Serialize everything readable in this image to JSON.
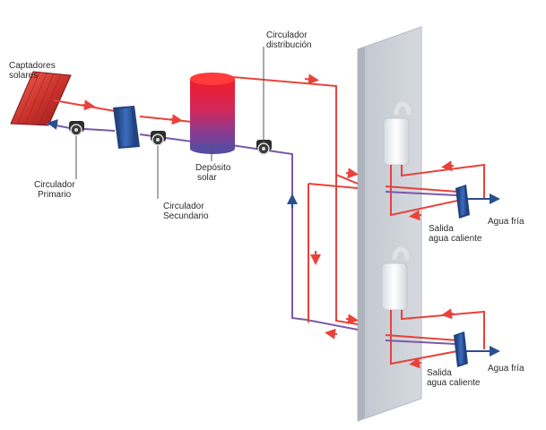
{
  "labels": {
    "captadores_line1": "Captadores",
    "captadores_line2": "solares",
    "circ_dist_line1": "Circulador",
    "circ_dist_line2": "distribución",
    "circ_prim_line1": "Circulador",
    "circ_prim_line2": "Primario",
    "circ_sec_line1": "Circulador",
    "circ_sec_line2": "Secundario",
    "deposito_line1": "Depósito",
    "deposito_line2": "solar",
    "agua_fria_1": "Agua fría",
    "agua_fria_2": "Agua fría",
    "salida_1_line1": "Salida",
    "salida_1_line2": "agua caliente",
    "salida_2_line1": "Salida",
    "salida_2_line2": "agua caliente"
  },
  "colors": {
    "hot_pipe": "#e8423a",
    "cold_pipe": "#7a5aa8",
    "water_cold": "#2a4f8f",
    "wall": "#c7ccd3",
    "exchanger": "#2d5aa6"
  }
}
